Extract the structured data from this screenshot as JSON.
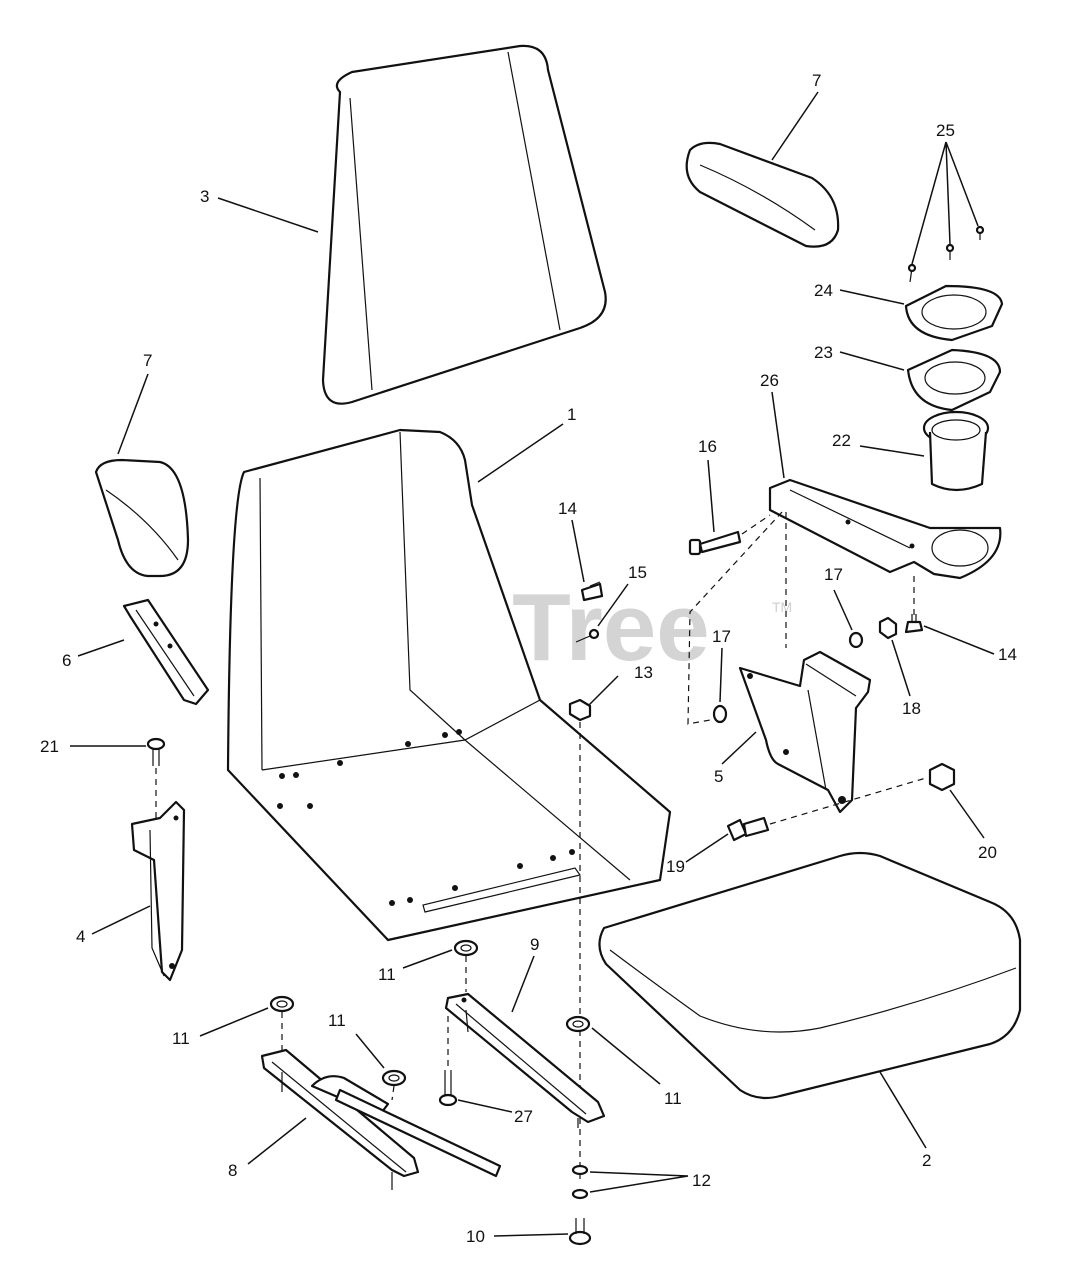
{
  "watermark": {
    "text": "PartsTree",
    "trademark": "TM"
  },
  "callouts": {
    "c1": "1",
    "c2": "2",
    "c3": "3",
    "c4": "4",
    "c5": "5",
    "c6": "6",
    "c7a": "7",
    "c7b": "7",
    "c8": "8",
    "c9": "9",
    "c10": "10",
    "c11a": "11",
    "c11b": "11",
    "c11c": "11",
    "c11d": "11",
    "c12": "12",
    "c13": "13",
    "c14a": "14",
    "c14b": "14",
    "c15": "15",
    "c16": "16",
    "c17a": "17",
    "c17b": "17",
    "c18": "18",
    "c19": "19",
    "c20": "20",
    "c21": "21",
    "c22": "22",
    "c23": "23",
    "c24": "24",
    "c25": "25",
    "c26": "26",
    "c27": "27"
  },
  "colors": {
    "line": "#111111",
    "watermark": "#d4d4d4",
    "background": "#ffffff"
  }
}
